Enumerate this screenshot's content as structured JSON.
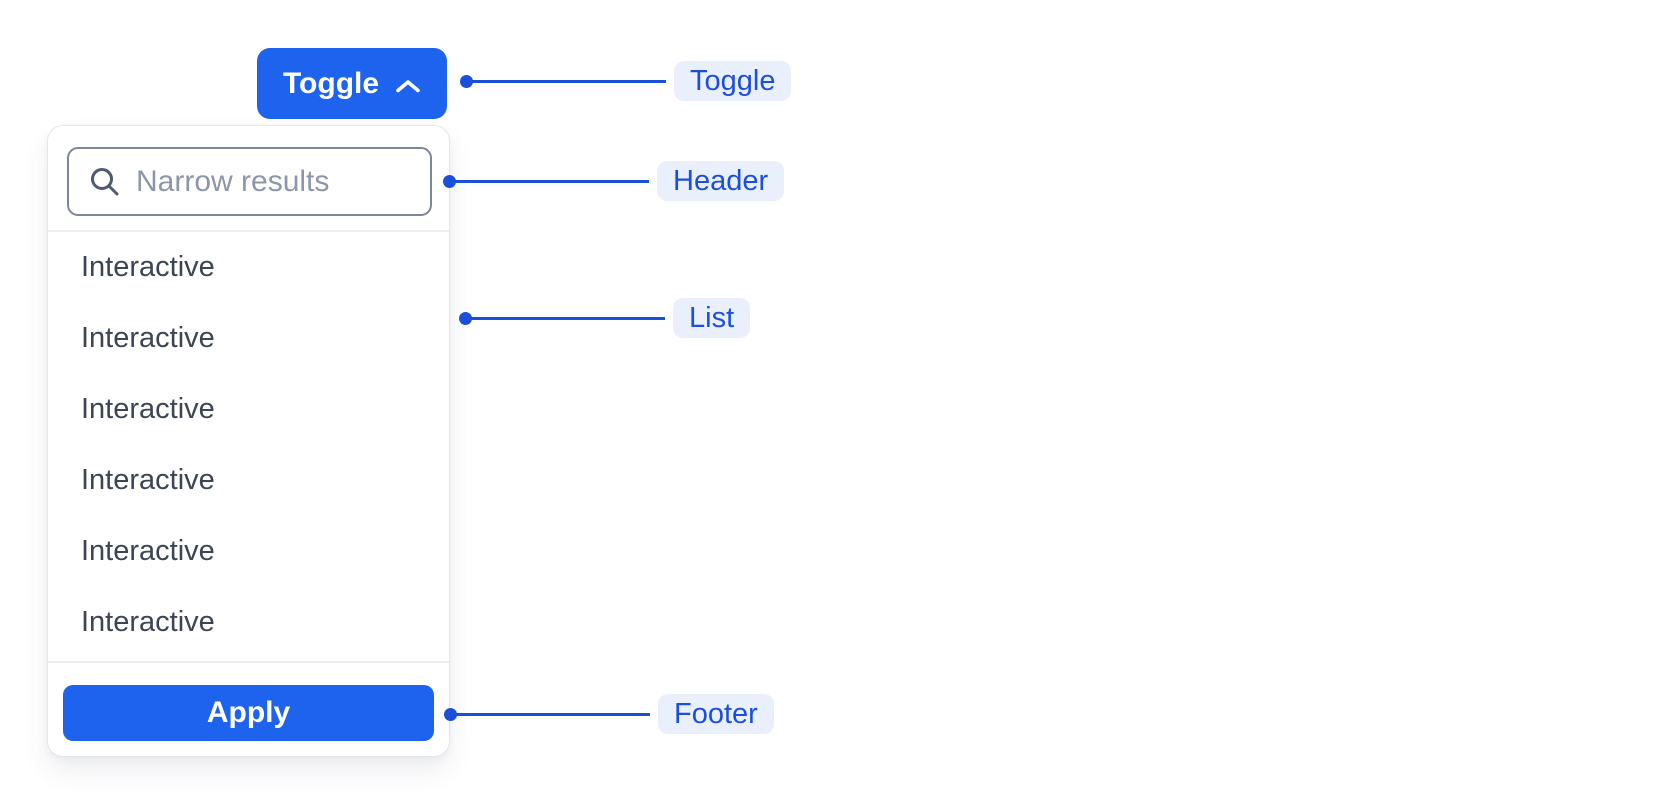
{
  "toggle_button": {
    "label": "Toggle"
  },
  "dropdown": {
    "search": {
      "placeholder": "Narrow results"
    },
    "items": [
      "Interactive",
      "Interactive",
      "Interactive",
      "Interactive",
      "Interactive",
      "Interactive"
    ],
    "apply_button": {
      "label": "Apply"
    }
  },
  "annotations": {
    "toggle": {
      "label": "Toggle"
    },
    "header": {
      "label": "Header"
    },
    "list": {
      "label": "List"
    },
    "footer": {
      "label": "Footer"
    }
  },
  "colors": {
    "primary_blue": "#1D63ED",
    "annotation_blue": "#1C4FD9",
    "annotation_pill_bg": "#E9F0FC",
    "item_text": "#3B4554",
    "placeholder_text": "#8C96A8",
    "input_border": "#7D8795",
    "panel_border": "#E3E5E9",
    "divider": "#ECEDEF"
  }
}
